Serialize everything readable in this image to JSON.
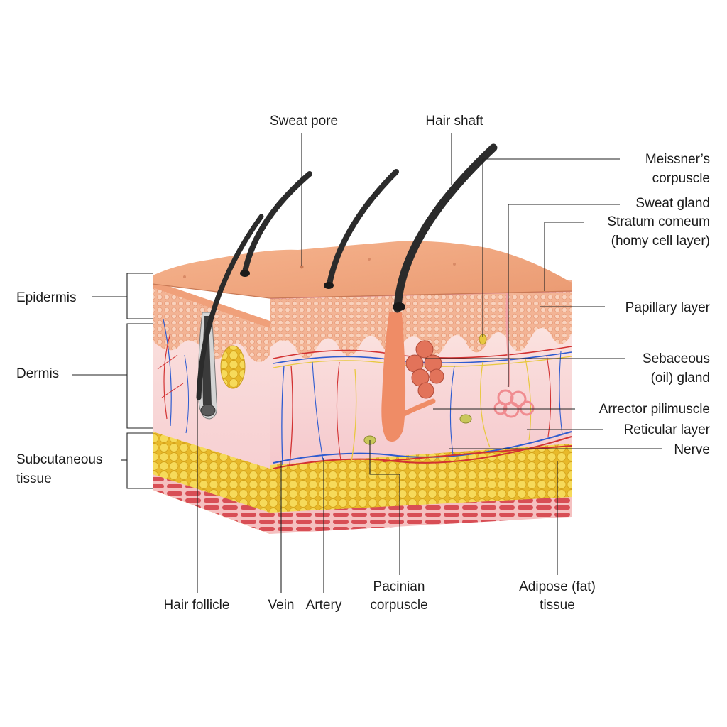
{
  "labels": {
    "sweat_pore": "Sweat pore",
    "hair_shaft": "Hair shaft",
    "meissner_1": "Meissner’s",
    "meissner_2": "corpuscle",
    "sweat_gland": "Sweat gland",
    "stratum_1": "Stratum comeum",
    "stratum_2": "(homy cell layer)",
    "epidermis": "Epidermis",
    "papillary": "Papillary layer",
    "dermis": "Dermis",
    "sebaceous_1": "Sebaceous",
    "sebaceous_2": "(oil) gland",
    "arrector": "Arrector pilimuscle",
    "reticular": "Reticular layer",
    "subcutaneous_1": "Subcutaneous",
    "subcutaneous_2": "tissue",
    "nerve": "Nerve",
    "hair_follicle": "Hair follicle",
    "vein": "Vein",
    "artery": "Artery",
    "pacinian_1": "Pacinian",
    "pacinian_2": "corpuscle",
    "adipose_1": "Adipose (fat)",
    "adipose_2": "tissue"
  },
  "colors": {
    "epidermis": "#f0a47c",
    "dermis": "#f7d3d3",
    "fat": "#f2d24a",
    "muscle": "#d9535a",
    "hair": "#2b2b2b",
    "vein": "#2d5bd0",
    "artery": "#d23232",
    "nerve": "#e8c840"
  }
}
